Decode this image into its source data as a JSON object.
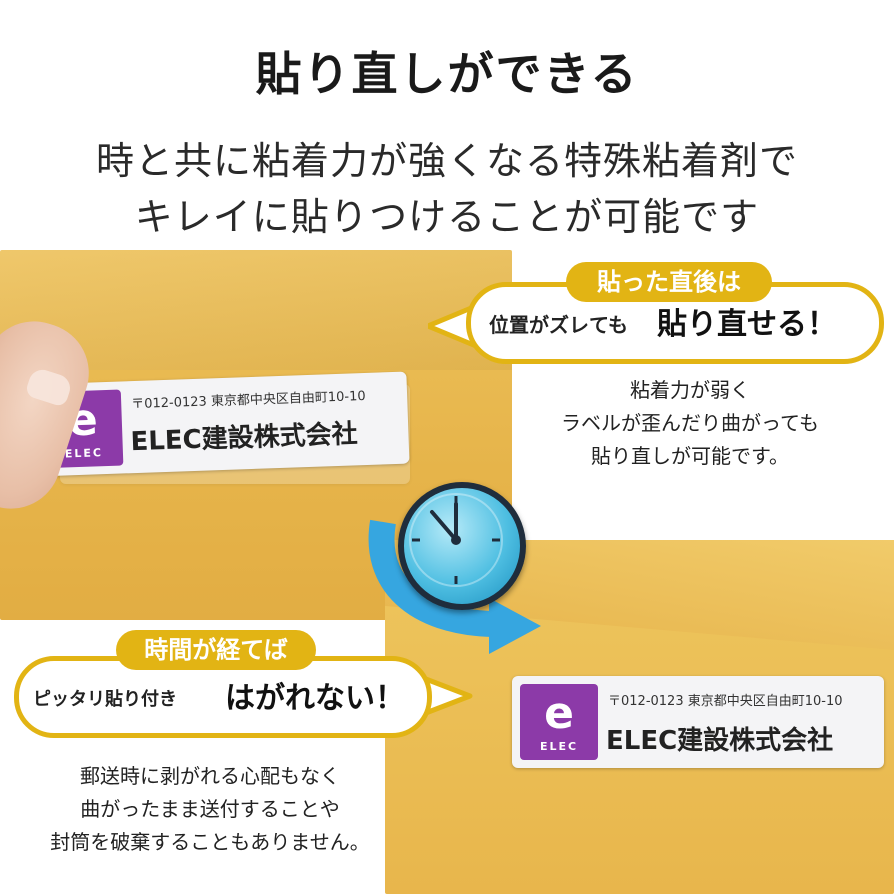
{
  "headline": "貼り直しができる",
  "subheadline": {
    "line1": "時と共に粘着力が強くなる特殊粘着剤で",
    "line2": "キレイに貼りつけることが可能です"
  },
  "top_callout": {
    "tag": "貼った直後は",
    "small_text": "位置がズレても",
    "big_text": "貼り直せる！",
    "description": [
      "粘着力が弱く",
      "ラベルが歪んだり曲がっても",
      "貼り直しが可能です。"
    ]
  },
  "bottom_callout": {
    "tag": "時間が経てば",
    "small_text": "ピッタリ貼り付き",
    "big_text": "はがれない！",
    "description": [
      "郵送時に剥がれる心配もなく",
      "曲がったまま送付することや",
      "封筒を破棄することもありません。"
    ]
  },
  "label": {
    "logo_text": "ELEC",
    "address": "〒012-0123 東京都中央区自由町10-10",
    "company": "ELEC建設株式会社"
  },
  "colors": {
    "accent_yellow": "#e2b414",
    "envelope": "#e9b94f",
    "logo_purple": "#8c3aa8",
    "arrow_blue": "#36a6e0"
  },
  "icons": [
    "clock-icon",
    "curved-arrow-icon",
    "elec-logo-icon"
  ]
}
